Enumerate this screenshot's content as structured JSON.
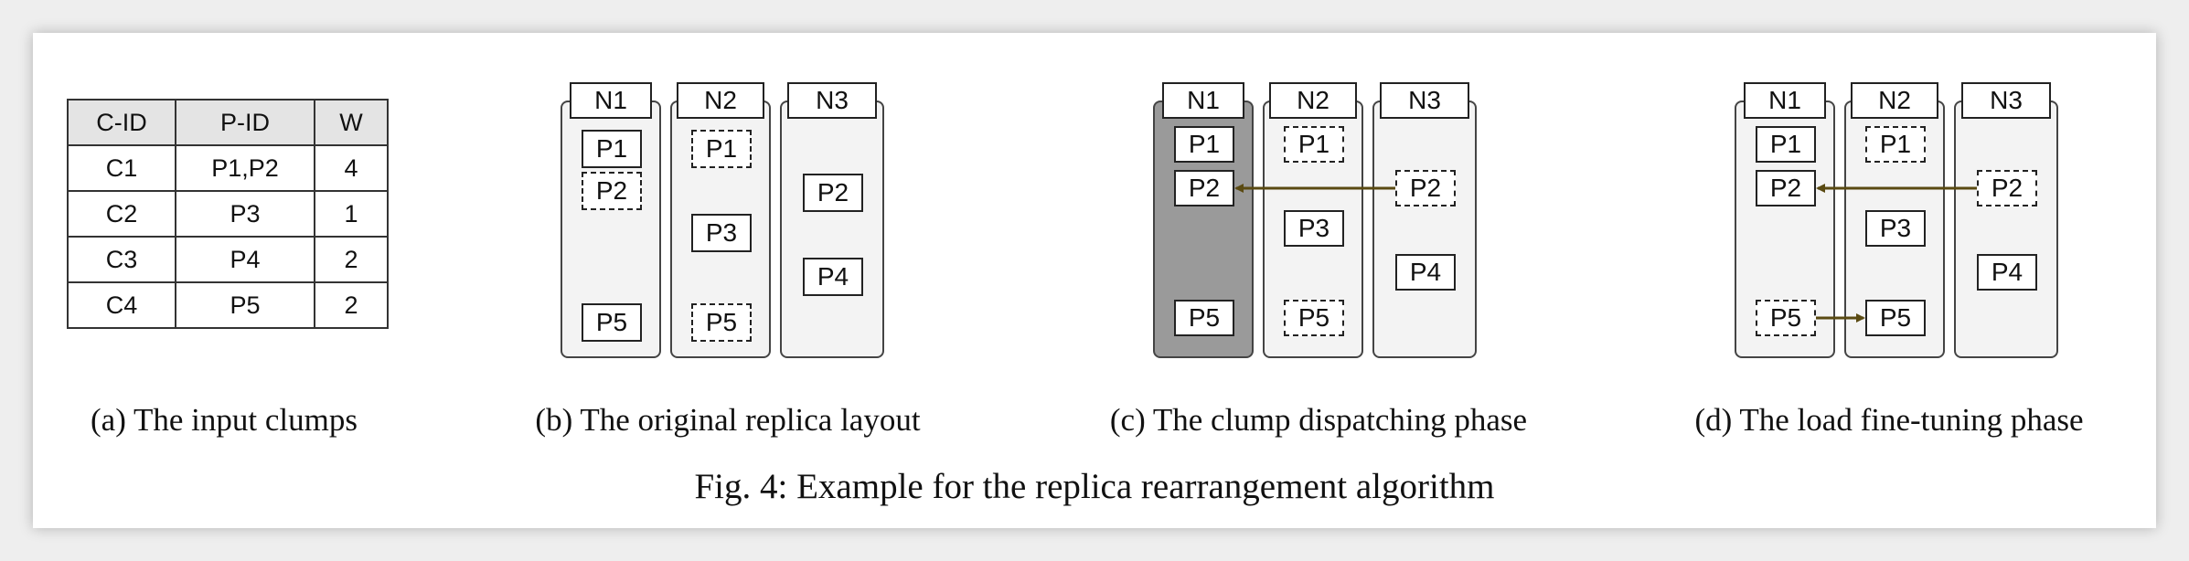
{
  "table": {
    "headers": [
      "C-ID",
      "P-ID",
      "W"
    ],
    "rows": [
      [
        "C1",
        "P1,P2",
        "4"
      ],
      [
        "C2",
        "P3",
        "1"
      ],
      [
        "C3",
        "P4",
        "2"
      ],
      [
        "C4",
        "P5",
        "2"
      ]
    ]
  },
  "captions": {
    "a": "(a) The input clumps",
    "b": "(b) The original replica layout",
    "c": "(c) The clump dispatching phase",
    "d": "(d) The load fine-tuning phase",
    "figure": "Fig. 4: Example for the replica rearrangement algorithm"
  },
  "nodes": [
    "N1",
    "N2",
    "N3"
  ],
  "panel_b": {
    "n1": [
      {
        "label": "P1",
        "style": "solid"
      },
      {
        "label": "P2",
        "style": "dashed"
      },
      {
        "label": "P5",
        "style": "solid"
      }
    ],
    "n2": [
      {
        "label": "P1",
        "style": "dashed"
      },
      {
        "label": "P3",
        "style": "solid"
      },
      {
        "label": "P5",
        "style": "dashed"
      }
    ],
    "n3": [
      {
        "label": "P2",
        "style": "solid"
      },
      {
        "label": "P4",
        "style": "solid"
      }
    ]
  },
  "panel_c": {
    "n1_highlighted": true,
    "n1": [
      {
        "label": "P1",
        "style": "solid"
      },
      {
        "label": "P2",
        "style": "solid"
      },
      {
        "label": "P5",
        "style": "solid"
      }
    ],
    "n2": [
      {
        "label": "P1",
        "style": "dashed"
      },
      {
        "label": "P3",
        "style": "solid"
      },
      {
        "label": "P5",
        "style": "dashed"
      }
    ],
    "n3": [
      {
        "label": "P2",
        "style": "dashed"
      },
      {
        "label": "P4",
        "style": "solid"
      }
    ],
    "moves": [
      {
        "from": "N3.P2",
        "to": "N1.P2"
      }
    ]
  },
  "panel_d": {
    "n1": [
      {
        "label": "P1",
        "style": "solid"
      },
      {
        "label": "P2",
        "style": "solid"
      },
      {
        "label": "P5",
        "style": "dashed"
      }
    ],
    "n2": [
      {
        "label": "P1",
        "style": "dashed"
      },
      {
        "label": "P3",
        "style": "solid"
      },
      {
        "label": "P5",
        "style": "solid"
      }
    ],
    "n3": [
      {
        "label": "P2",
        "style": "dashed"
      },
      {
        "label": "P4",
        "style": "solid"
      }
    ],
    "moves": [
      {
        "from": "N3.P2",
        "to": "N1.P2"
      },
      {
        "from": "N1.P5",
        "to": "N2.P5"
      }
    ]
  },
  "colors": {
    "arrow": "#5a4a12",
    "highlighted_node": "#9a9a9a",
    "node_fill": "#f3f3f3",
    "table_header": "#e4e4e4"
  }
}
